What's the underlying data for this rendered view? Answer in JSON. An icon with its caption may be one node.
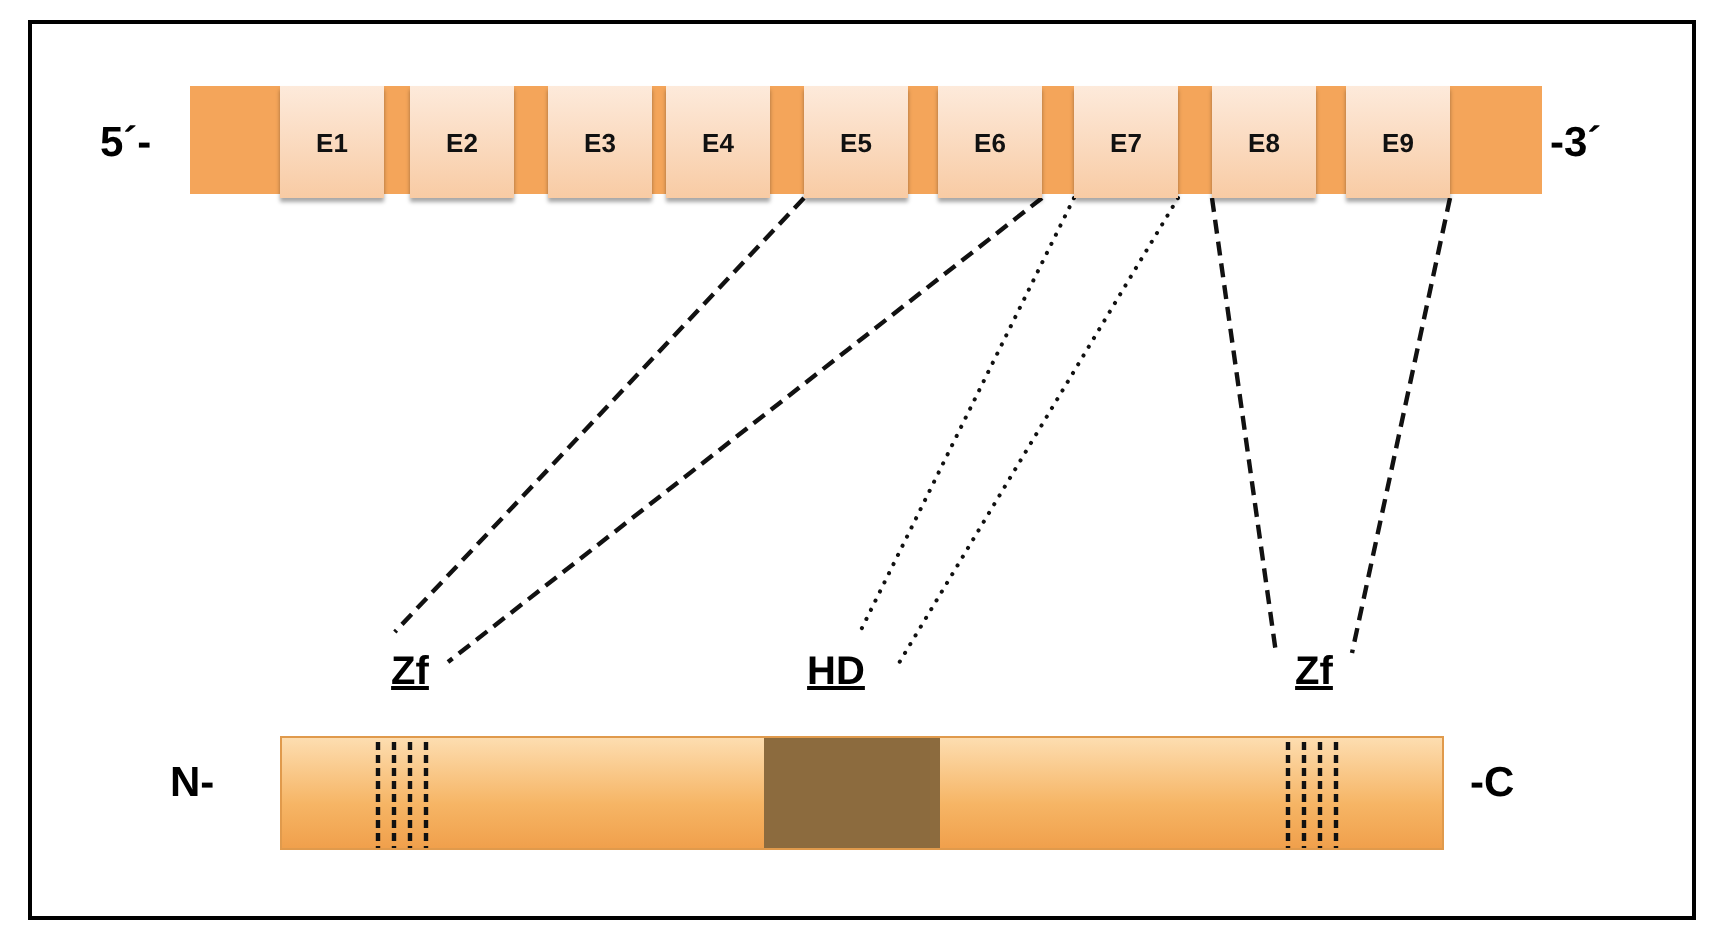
{
  "diagram": {
    "nodes": [
      {
        "text": [],
        "shape": "bar"
      },
      {
        "text": [
          "E1"
        ],
        "in": 0
      },
      {
        "text": [
          "E2"
        ],
        "in": 0
      },
      {
        "text": [
          "E3"
        ],
        "in": 0
      },
      {
        "text": [
          "E4"
        ],
        "in": 0
      },
      {
        "text": [
          "E5"
        ],
        "in": 0
      },
      {
        "text": [
          "E6"
        ],
        "in": 0
      },
      {
        "text": [
          "E7"
        ],
        "in": 0
      },
      {
        "text": [
          "E8"
        ],
        "in": 0
      },
      {
        "text": [
          "E9"
        ],
        "in": 0
      },
      {
        "text": [
          "Zf"
        ]
      },
      {
        "text": [
          "HD"
        ]
      },
      {
        "text": [
          "Zf"
        ]
      },
      {
        "text": [],
        "shape": "bar"
      },
      {
        "text": [],
        "shape": "box",
        "in": 13
      }
    ],
    "edges": [
      {
        "from": 5,
        "to": 10,
        "arrow": "none",
        "style": "dashed"
      },
      {
        "from": 6,
        "to": 10,
        "arrow": "none",
        "style": "dashed"
      },
      {
        "from": 7,
        "to": 11,
        "arrow": "none"
      },
      {
        "from": 7,
        "to": 11,
        "arrow": "none"
      },
      {
        "from": 8,
        "to": 12,
        "arrow": "none",
        "style": "dashed"
      },
      {
        "from": 9,
        "to": 12,
        "arrow": "none",
        "style": "dashed"
      }
    ],
    "labels": [
      "5´-",
      "-3´",
      "N-",
      "-C"
    ]
  }
}
